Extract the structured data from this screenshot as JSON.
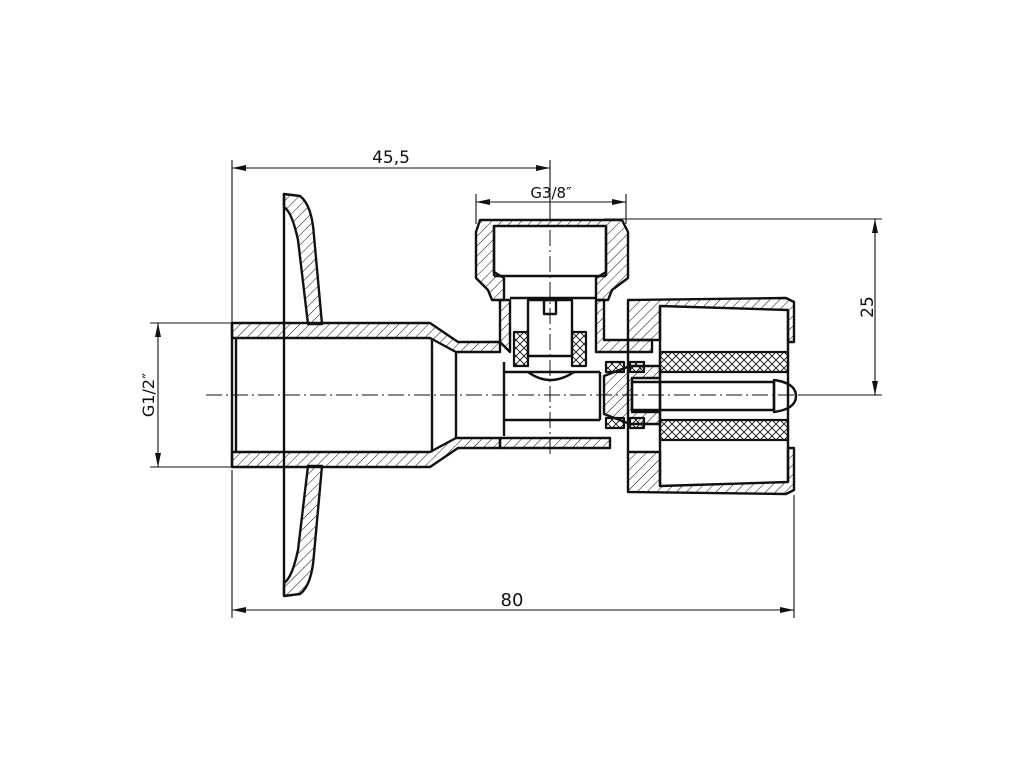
{
  "dimensions": {
    "width_overall": "80",
    "offset_to_outlet": "45,5",
    "outlet_thread": "G3/8″",
    "inlet_thread": "G1/2″",
    "height_to_axis": "25"
  }
}
